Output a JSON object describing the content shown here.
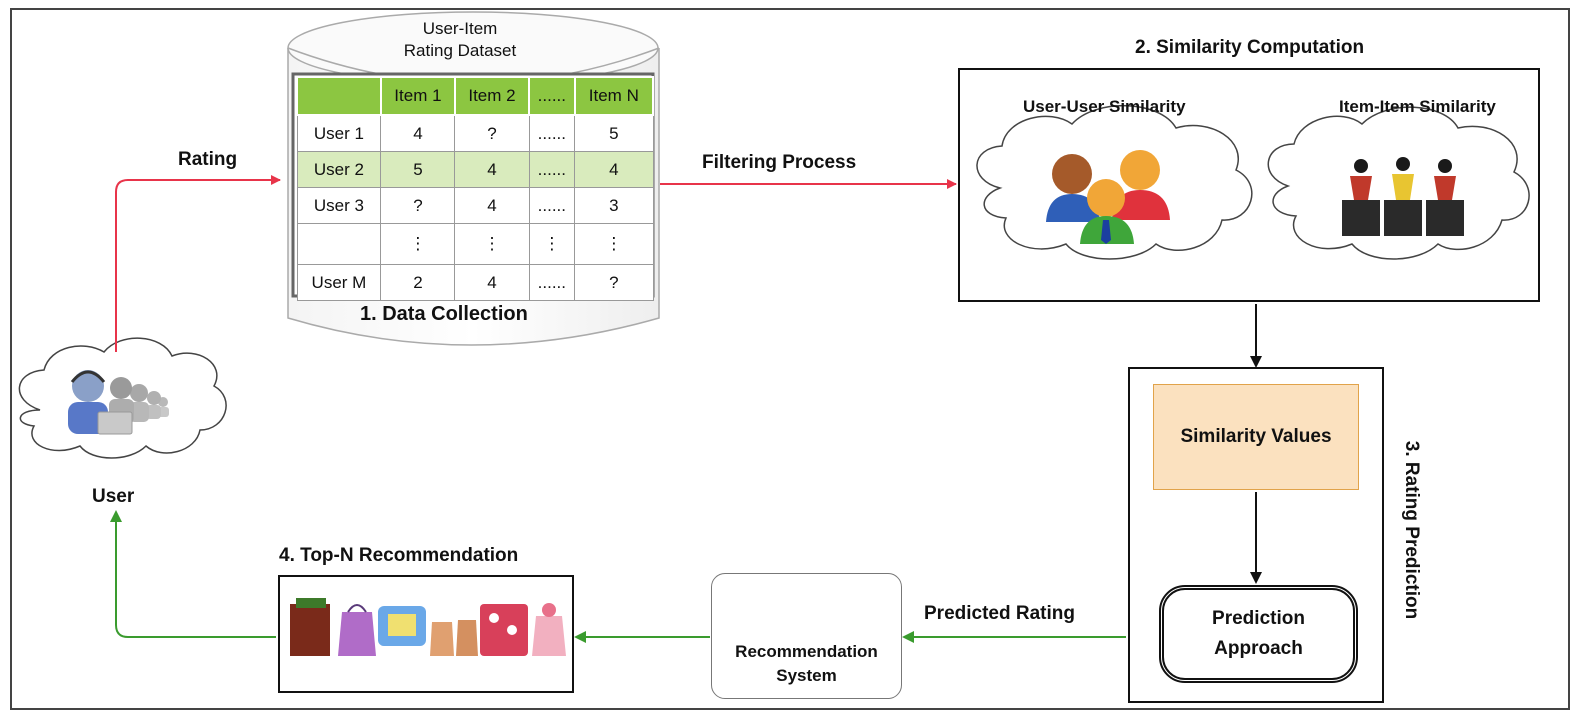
{
  "dataset": {
    "title_line1": "User-Item",
    "title_line2": "Rating Dataset",
    "columns": [
      "",
      "Item 1",
      "Item 2",
      "......",
      "Item N"
    ],
    "rows": [
      {
        "user": "User 1",
        "values": [
          "4",
          "?",
          "......",
          "5"
        ]
      },
      {
        "user": "User 2",
        "values": [
          "5",
          "4",
          "......",
          "4"
        ]
      },
      {
        "user": "User 3",
        "values": [
          "?",
          "4",
          "......",
          "3"
        ]
      },
      {
        "user": "User M",
        "values": [
          "2",
          "4",
          "......",
          "?"
        ]
      }
    ],
    "ellipsis_mark": "⋮",
    "caption": "1.  Data Collection"
  },
  "user": {
    "label": "User"
  },
  "arrows": {
    "rating": "Rating",
    "filtering": "Filtering Process",
    "predicted": "Predicted Rating"
  },
  "similarity": {
    "title": "2. Similarity Computation",
    "user_user": "User-User Similarity",
    "item_item": "Item-Item Similarity"
  },
  "rating_prediction": {
    "title": "3. Rating  Prediction",
    "similarity_values": "Similarity Values",
    "prediction_line1": "Prediction",
    "prediction_line2": "Approach"
  },
  "recommendation_system": {
    "line1": "Recommendation",
    "line2": "System",
    "icon": "gear-icon"
  },
  "topn": {
    "title": "4. Top-N Recommendation"
  },
  "colors": {
    "red_arrow": "#e8344a",
    "green_arrow": "#3a9b2e",
    "table_header": "#8cc641",
    "table_alt_row": "#d9ebbd",
    "similarity_box_fill": "#fbe1bf"
  }
}
